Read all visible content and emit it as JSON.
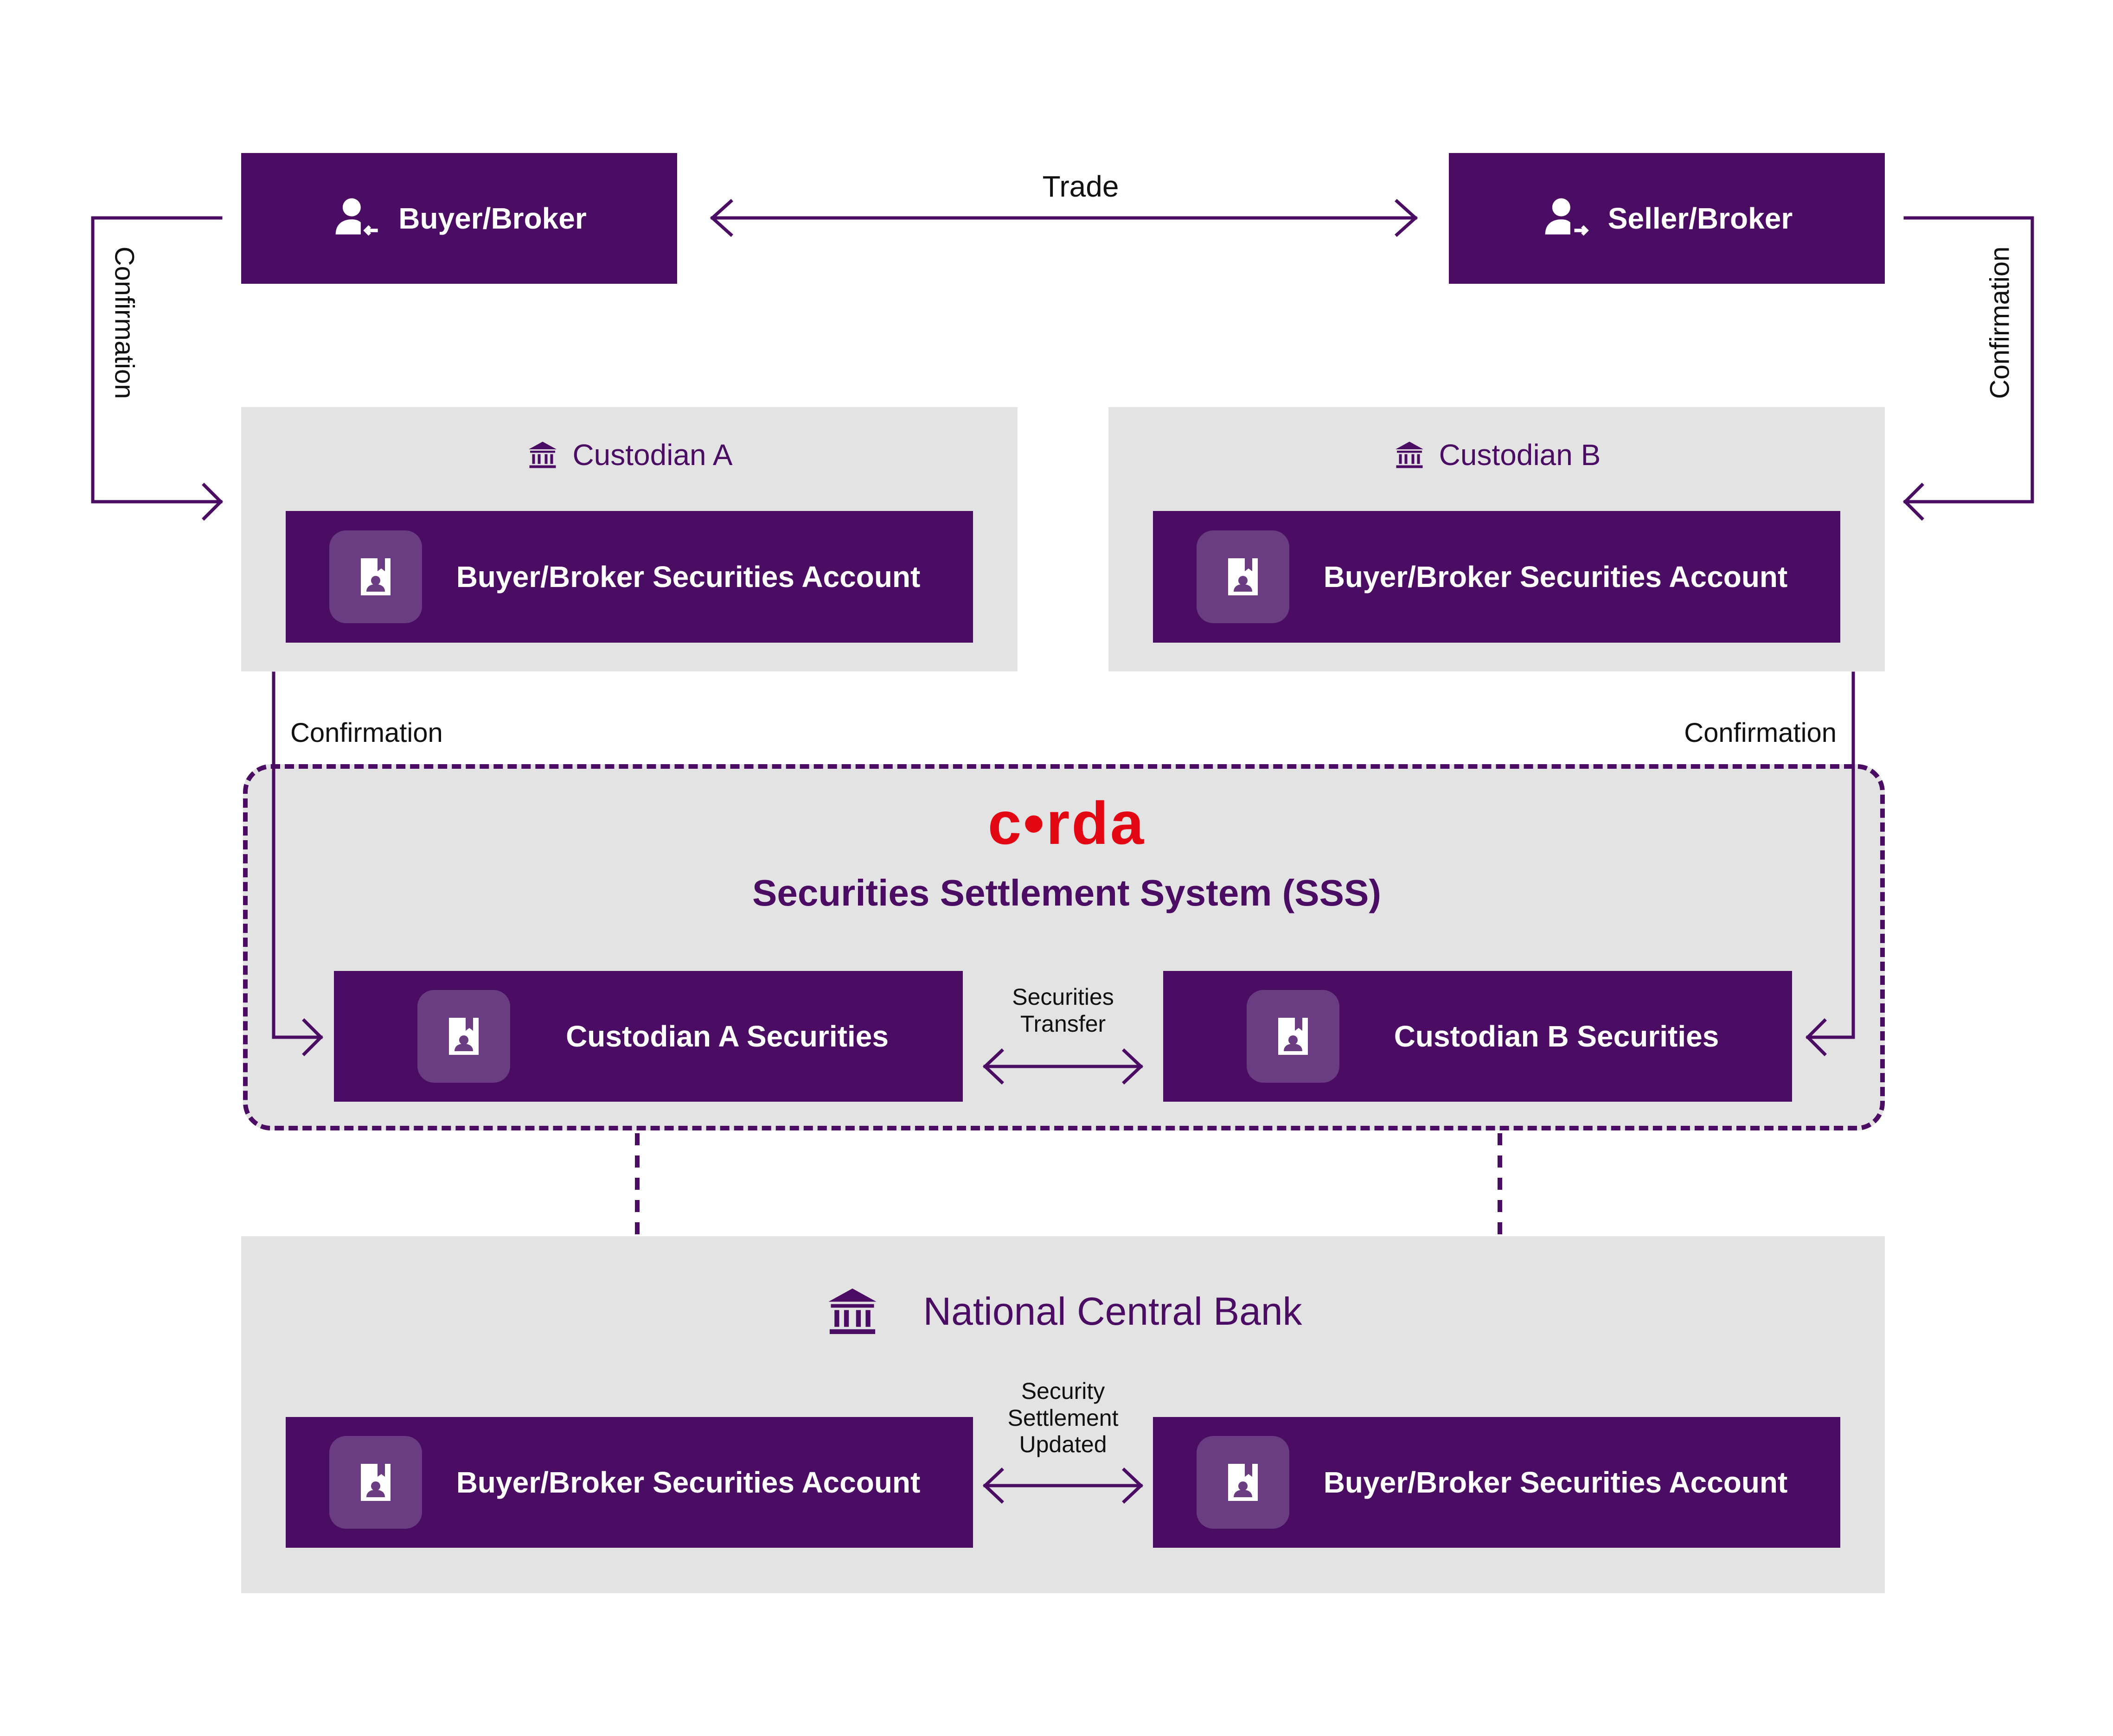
{
  "trade_label": "Trade",
  "buyer": {
    "label": "Buyer/Broker",
    "icon": "user-incoming-icon"
  },
  "seller": {
    "label": "Seller/Broker",
    "icon": "user-outgoing-icon"
  },
  "confirmation_labels": {
    "left_vertical": "Confirmation",
    "right_vertical": "Confirmation",
    "left_horizontal": "Confirmation",
    "right_horizontal": "Confirmation"
  },
  "custodian_a": {
    "title": "Custodian A",
    "account": "Buyer/Broker Securities Account"
  },
  "custodian_b": {
    "title": "Custodian B",
    "account": "Buyer/Broker Securities Account"
  },
  "sss": {
    "logo_text": "c•rda",
    "title": "Securities Settlement System (SSS)",
    "left": "Custodian A Securities",
    "right": "Custodian B Securities",
    "transfer_label_1": "Securities",
    "transfer_label_2": "Transfer"
  },
  "central_bank": {
    "title": "National Central Bank",
    "left_account": "Buyer/Broker Securities Account",
    "right_account": "Buyer/Broker Securities Account",
    "update_label_1": "Security",
    "update_label_2": "Settlement",
    "update_label_3": "Updated"
  },
  "colors": {
    "primary": "#4a0d63",
    "panel": "#e4e3e4",
    "tile": "#6a3d82",
    "logo": "#e30613"
  }
}
